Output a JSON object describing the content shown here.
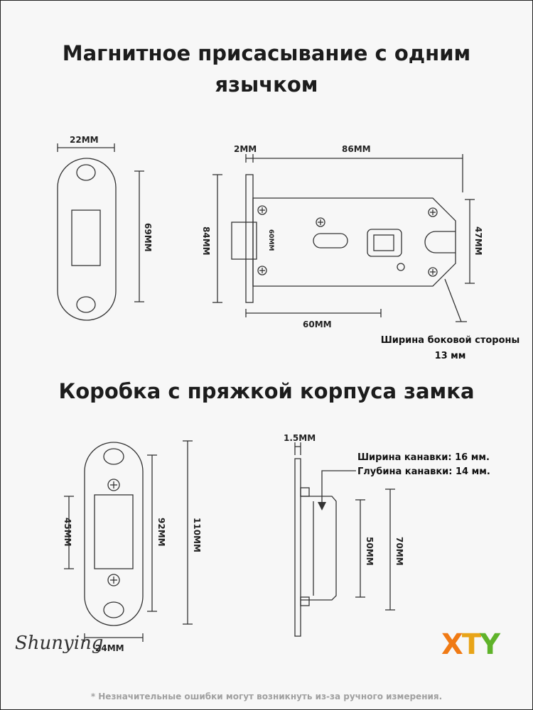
{
  "title_top": "Магнитное присасывание с одним\nязычком",
  "title_bottom": "Коробка с пряжкой корпуса замка",
  "dims_top": {
    "strike_width": "22MM",
    "strike_height": "69MM",
    "faceplate": "2MM",
    "body_length": "86MM",
    "body_height": "84MM",
    "body_inner": "60MM",
    "depth": "60MM",
    "right_height": "47MM"
  },
  "side_note": [
    "Ширина боковой стороны",
    "13 мм"
  ],
  "dims_bottom": {
    "box_inner": "45MM",
    "box_mid": "92MM",
    "box_outer": "110MM",
    "box_width": "24MM",
    "plate": "1.5MM",
    "groove_small": "50MM",
    "groove_large": "70MM"
  },
  "groove_note": [
    "Ширина канавки: 16 мм.",
    "Глубина канавки: 14 мм."
  ],
  "footer": "* Незначительные ошибки могут возникнуть из-за ручного измерения.",
  "brand": "Shunying",
  "logo": {
    "x": "X",
    "t": "T",
    "y": "Y"
  },
  "colors": {
    "logo_x": "#f07a14",
    "logo_t": "#e8a418",
    "logo_y": "#5fb32a"
  }
}
